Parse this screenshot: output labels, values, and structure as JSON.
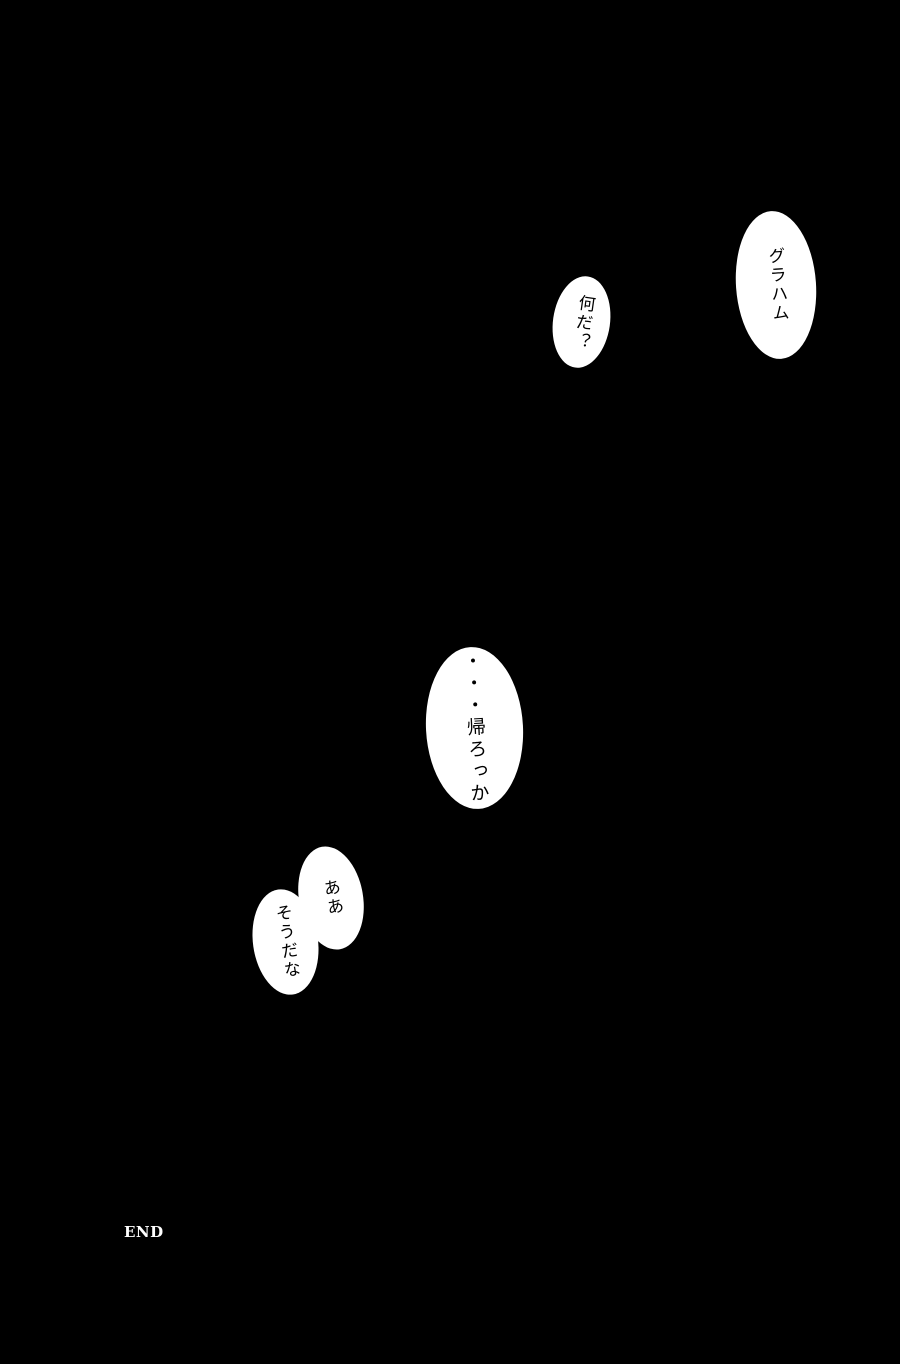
{
  "page": {
    "background_color": "#000000",
    "bubble_color": "#ffffff",
    "text_color": "#000000"
  },
  "bubbles": {
    "graham": {
      "text": "グラハム"
    },
    "nanda": {
      "text": "何だ？"
    },
    "kaerokka": {
      "text": "・・・帰ろっか"
    },
    "aa": {
      "text": "ああ"
    },
    "souda": {
      "text": "そうだな"
    }
  },
  "footer": {
    "end_label": "END"
  }
}
